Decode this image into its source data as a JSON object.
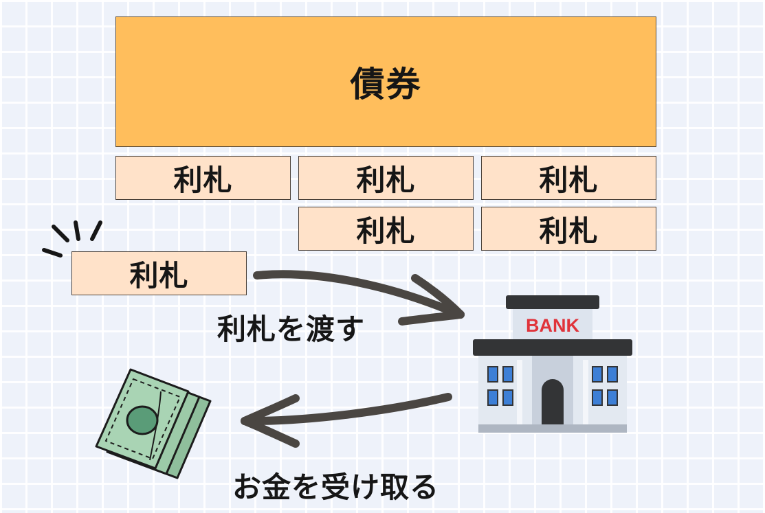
{
  "bond": {
    "label": "債券"
  },
  "coupons": [
    {
      "label": "利札"
    },
    {
      "label": "利札"
    },
    {
      "label": "利札"
    },
    {
      "label": "利札"
    },
    {
      "label": "利札"
    }
  ],
  "detached_coupon": {
    "label": "利札"
  },
  "captions": {
    "hand_over": "利札を渡す",
    "receive_money": "お金を受け取る"
  },
  "bank": {
    "sign": "BANK"
  },
  "icons": {
    "bank": "bank-building-icon",
    "money": "banknotes-stack-icon",
    "arrow_right": "curved-arrow-right-icon",
    "arrow_left": "curved-arrow-left-icon",
    "burst": "emphasis-burst-icon"
  },
  "colors": {
    "bond_fill": "#ffbe5c",
    "coupon_fill": "#ffe2c9",
    "arrow_stroke": "#4a4642",
    "bank_sign_text": "#e0333a",
    "money_fill": "#9ccaa8"
  }
}
